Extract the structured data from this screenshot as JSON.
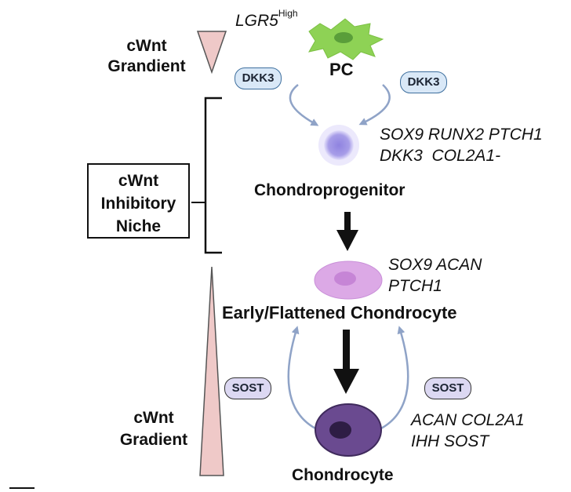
{
  "colors": {
    "gradient_fill": "#efc9c8",
    "gradient_stroke": "#555555",
    "dkk3_pill_fill": "#d9e8f7",
    "dkk3_pill_stroke": "#3e6f9e",
    "sost_pill_fill": "#dcd8f2",
    "sost_pill_stroke": "#333333",
    "curve_arrow": "#8fa3c7",
    "pc_cell": "#8ed255",
    "chondroprogenitor_cell": "#a79de8",
    "early_chondrocyte_cell": "#dca9e6",
    "chondrocyte_cell": "#6a4a90"
  },
  "top": {
    "marker_gene": "LGR5",
    "marker_level": "High",
    "gradient_label": "cWnt\nGrandient",
    "pc_label": "PC",
    "dkk3_left": "DKK3",
    "dkk3_right": "DKK3"
  },
  "niche": {
    "label": "cWnt\nInhibitory\nNiche"
  },
  "chondroprogenitor": {
    "genes": "SOX9 RUNX2 PTCH1\nDKK3  COL2A1-",
    "label": "Chondroprogenitor"
  },
  "early": {
    "genes": "SOX9 ACAN\nPTCH1",
    "label": "Early/Flattened Chondrocyte"
  },
  "bottom": {
    "gradient_label": "cWnt\nGradient",
    "sost_left": "SOST",
    "sost_right": "SOST",
    "genes": "ACAN COL2A1\nIHH SOST",
    "label": "Chondrocyte"
  }
}
